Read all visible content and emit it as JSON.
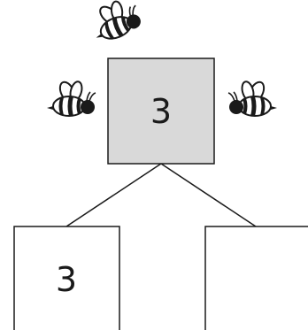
{
  "number_bond": {
    "whole": {
      "value": "3",
      "fill": "#d9d9d9"
    },
    "parts": [
      {
        "value": "3"
      },
      {
        "value": ""
      }
    ]
  },
  "decoration": {
    "icon": "bee-icon",
    "count": 3
  },
  "colors": {
    "stroke": "#1a1a1a",
    "whole_fill": "#d9d9d9",
    "part_fill": "#ffffff",
    "bee_body": "#ffffff",
    "bee_stripe": "#1a1a1a",
    "bee_wing": "#ffffff"
  }
}
